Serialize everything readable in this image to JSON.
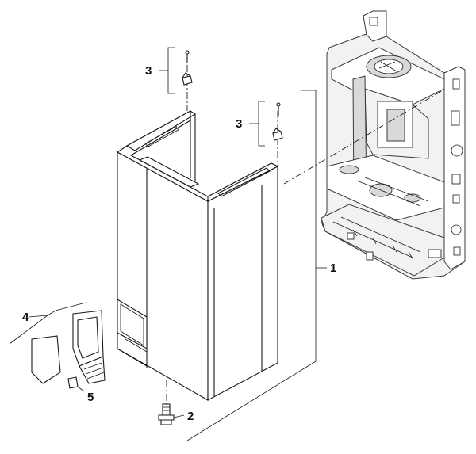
{
  "diagram": {
    "callouts": {
      "c1": "1",
      "c2": "2",
      "c3a": "3",
      "c3b": "3",
      "c4": "4",
      "c5": "5"
    },
    "parts": [
      {
        "id": "1",
        "name": "outer-casing"
      },
      {
        "id": "2",
        "name": "bottom-screw"
      },
      {
        "id": "3",
        "name": "top-screw-and-clip"
      },
      {
        "id": "4",
        "name": "access-flap"
      },
      {
        "id": "5",
        "name": "flap-clip"
      }
    ],
    "colors": {
      "line": "#1a1a1a",
      "frame_fill": "#f2f2f2",
      "background": "#ffffff"
    }
  }
}
